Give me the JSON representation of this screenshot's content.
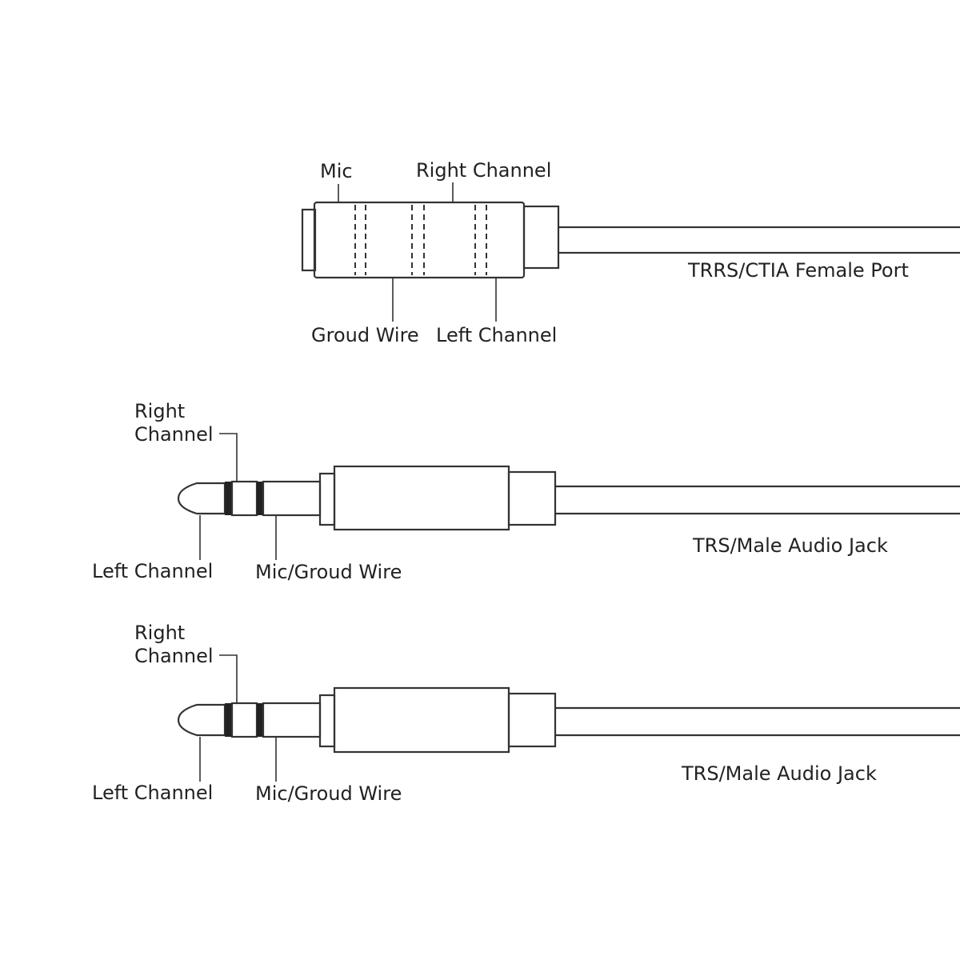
{
  "female_port": {
    "labels": {
      "mic": "Mic",
      "right_channel": "Right Channel",
      "ground_wire": "Groud Wire",
      "left_channel": "Left Channel"
    },
    "title": "TRRS/CTIA Female Port"
  },
  "male_jacks": [
    {
      "labels": {
        "right_line1": "Right",
        "right_line2": "Channel",
        "left_channel": "Left Channel",
        "mic_ground": "Mic/Groud Wire"
      },
      "title": "TRS/Male Audio Jack"
    },
    {
      "labels": {
        "right_line1": "Right",
        "right_line2": "Channel",
        "left_channel": "Left Channel",
        "mic_ground": "Mic/Groud Wire"
      },
      "title": "TRS/Male Audio Jack"
    }
  ]
}
